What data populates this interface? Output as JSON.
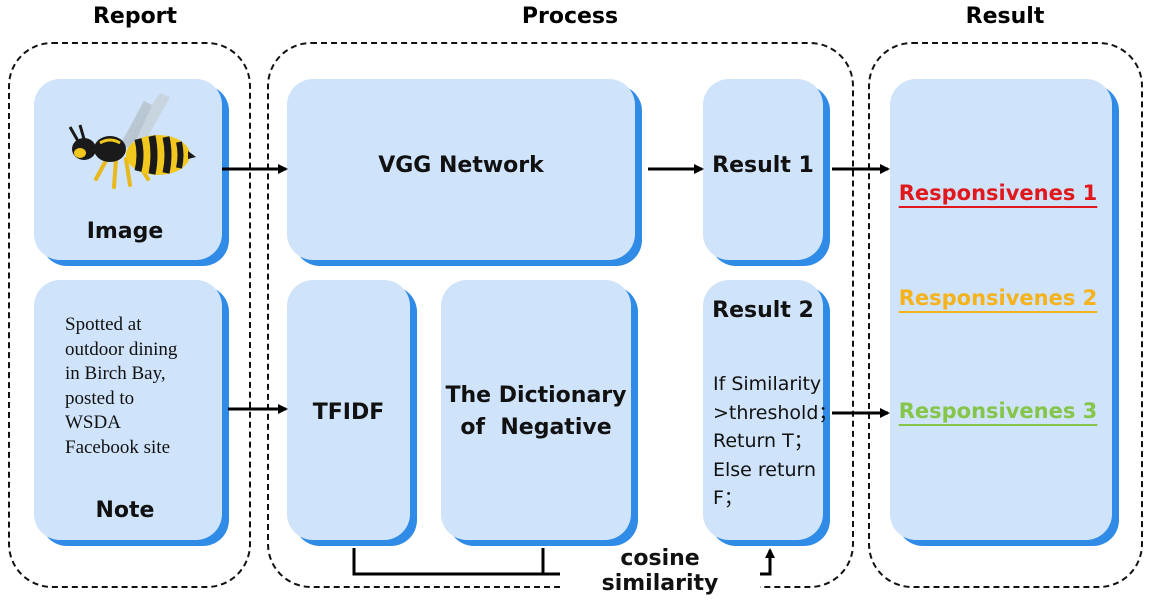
{
  "groups": {
    "report": "Report",
    "process": "Process",
    "result": "Result"
  },
  "report": {
    "image_label": "Image",
    "note_text": "Spotted at\noutdoor dining\nin Birch Bay,\nposted to\nWSDA\nFacebook site",
    "note_label": "Note"
  },
  "process": {
    "vgg_label": "VGG Network",
    "result1_label": "Result 1",
    "tfidf_label": "TFIDF",
    "dictionary_label_line1": "The Dictionary",
    "dictionary_label_line2": "of  Negative",
    "result2_label": "Result 2",
    "result2_condition": "If Similarity\n>threshold；\nReturn T；\nElse return\nF；",
    "cosine_label": "cosine similarity"
  },
  "results": {
    "items": [
      {
        "label": "Responsivenes 1",
        "color": "#e0181c"
      },
      {
        "label": "Responsivenes 2",
        "color": "#f5b21a"
      },
      {
        "label": "Responsivenes 3",
        "color": "#84c54a"
      }
    ]
  },
  "colors": {
    "box_fill": "#cfe3fa",
    "box_shadow": "#2f8be6",
    "line": "#000000"
  },
  "icons": {
    "image": "wasp-icon"
  }
}
